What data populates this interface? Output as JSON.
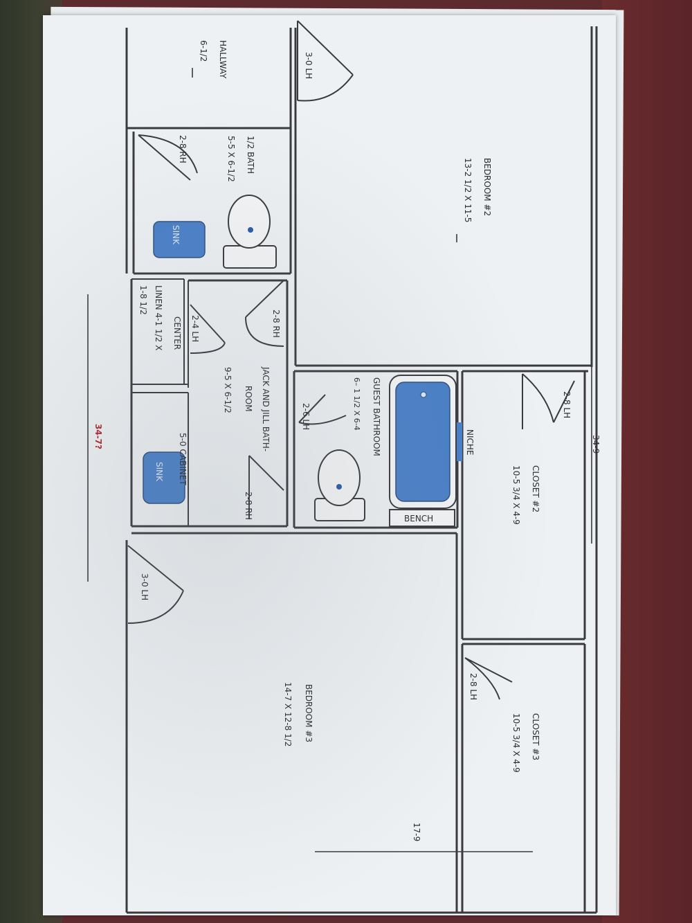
{
  "rooms": {
    "bedroom2": {
      "name": "BEDROOM #2",
      "dims": "13-2 1/2 X 11-5"
    },
    "closet2": {
      "name": "CLOSET #2",
      "dims": "10-5 3/4 X 4-9"
    },
    "closet3": {
      "name": "CLOSET #3",
      "dims": "10-5 3/4 X 4-9"
    },
    "bedroom3": {
      "name": "BEDROOM #3",
      "dims": "14-7 X 12-8 1/2"
    },
    "guest_bath": {
      "name": "GUEST BATHROOM",
      "dims": "6– 1 1/2 X 6-4"
    },
    "jack_jill": {
      "name_line1": "JACK AND JILL BATH-",
      "name_line2": "ROOM",
      "dims": "9-5  X  6-1/2"
    },
    "half_bath": {
      "name": "1/2 BATH",
      "dims": "5-5 X 6-1/2"
    },
    "hallway": {
      "name": "HALLWAY",
      "dims": "6-1/2"
    },
    "linen": {
      "name_line1": "CENTER",
      "name_line2": "LINEN 4-1 1/2 X",
      "dims": "1-8 1/2"
    }
  },
  "doors": {
    "hall": "3-0 LH",
    "half_bath": "2-8 RH",
    "jj_top": "2-8 RH",
    "jj_bottom": "2-8 RH",
    "linen": "2-4 LH",
    "guest": "2-6 LH",
    "closet2": "2-8 LH",
    "closet3": "2-8 LH",
    "bedroom3": "3-0 LH"
  },
  "fixtures": {
    "sink_label": "SINK",
    "niche": "NICHE",
    "bench": "BENCH",
    "cabinet": "5-0 CABINET"
  },
  "overall": {
    "top": "34-9",
    "bottom": "34-7?",
    "right": "17-9"
  }
}
